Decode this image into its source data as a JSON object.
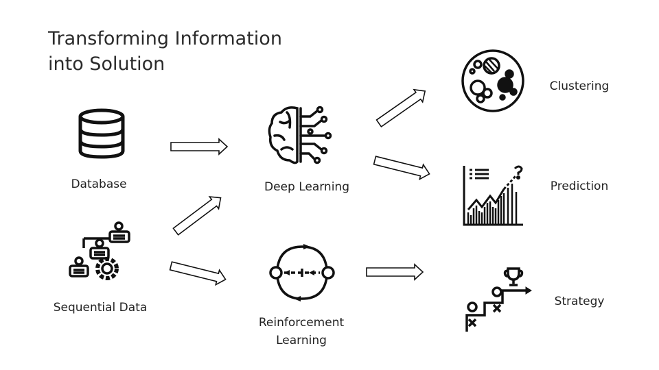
{
  "title": {
    "line1": "Transforming Information",
    "line2": "into Solution"
  },
  "inputs": [
    {
      "label": "Database",
      "icon": "database-icon"
    },
    {
      "label": "Sequential Data",
      "icon": "flowchart-gear-icon"
    }
  ],
  "methods": [
    {
      "label": "Deep Learning",
      "icon": "brain-circuit-icon"
    },
    {
      "label_line1": "Reinforcement",
      "label_line2": "Learning",
      "icon": "cycle-icon"
    }
  ],
  "outputs": [
    {
      "label": "Clustering",
      "icon": "cluster-circles-icon"
    },
    {
      "label": "Prediction",
      "icon": "trend-chart-icon"
    },
    {
      "label": "Strategy",
      "icon": "stairs-trophy-icon"
    }
  ]
}
